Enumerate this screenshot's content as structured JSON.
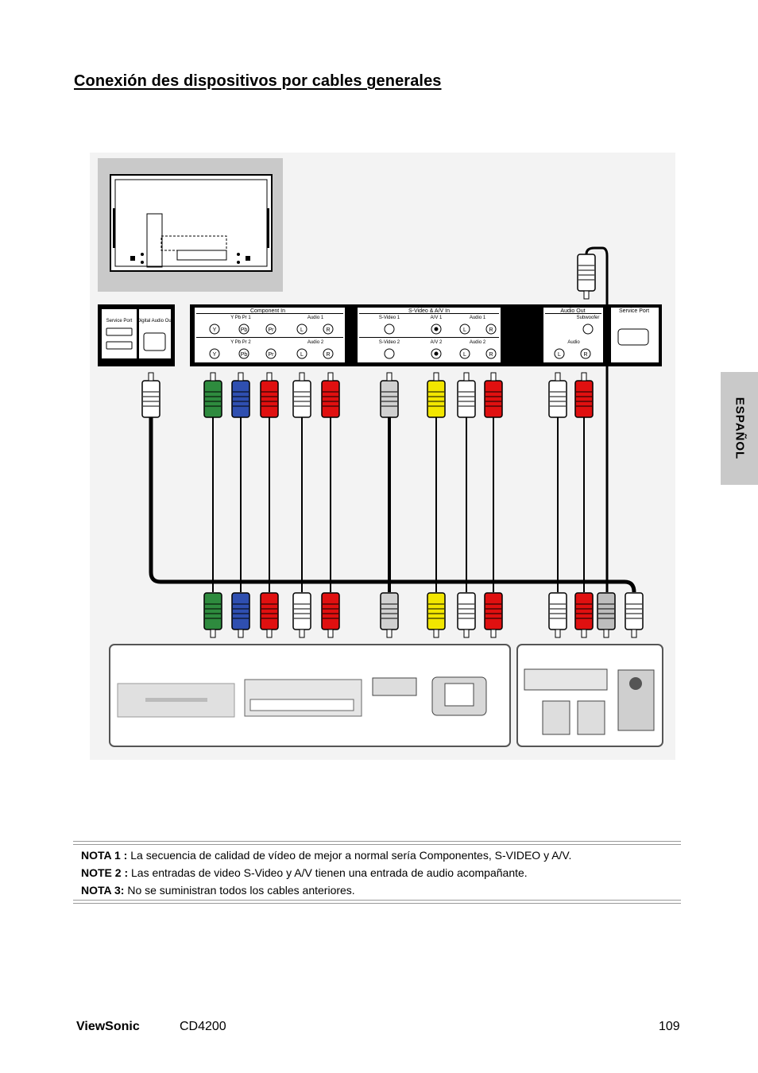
{
  "heading": "Conexión des dispositivos por cables generales",
  "side_tab": "ESPAÑOL",
  "panel": {
    "left_box": {
      "service_port": "Service Port",
      "digital_audio_out": "Digital Audio Out"
    },
    "component": {
      "title": "Component  In",
      "ypbpr1": "Y Pb Pr  1",
      "audio1": "Audio 1",
      "ypbpr2": "Y Pb Pr  2",
      "audio2": "Audio 2"
    },
    "svideo_av": {
      "title": "S-Video & A/V In",
      "svideo1": "S-Video 1",
      "av1": "A/V  1",
      "audio1": "Audio 1",
      "svideo2": "S-Video 2",
      "av2": "A/V  2",
      "audio2": "Audio 2"
    },
    "audio_out": {
      "title": "Audio Out",
      "subwoofer": "Subwoofer",
      "audio": "Audio"
    },
    "service_port": "Service Port",
    "jack_letters": {
      "y": "Y",
      "pb": "Pb",
      "pr": "Pr",
      "l": "L",
      "r": "R"
    }
  },
  "colors": {
    "green": "#2e8b3e",
    "blue": "#2f4fb0",
    "red": "#e01010",
    "white": "#ffffff",
    "yellow": "#f2e600",
    "gray": "#bdbdbd"
  },
  "notes": [
    {
      "label": "NOTA 1 :",
      "text": " La secuencia de calidad de vídeo de mejor a normal sería Componentes, S-VIDEO y A/V."
    },
    {
      "label": "NOTE 2 :",
      "text": " Las entradas de video S-Video y A/V tienen una entrada de audio acompañante."
    },
    {
      "label": "NOTA 3:",
      "text": " No se suministran todos los cables anteriores."
    }
  ],
  "footer": {
    "brand": "ViewSonic",
    "model": "CD4200",
    "page": "109"
  }
}
